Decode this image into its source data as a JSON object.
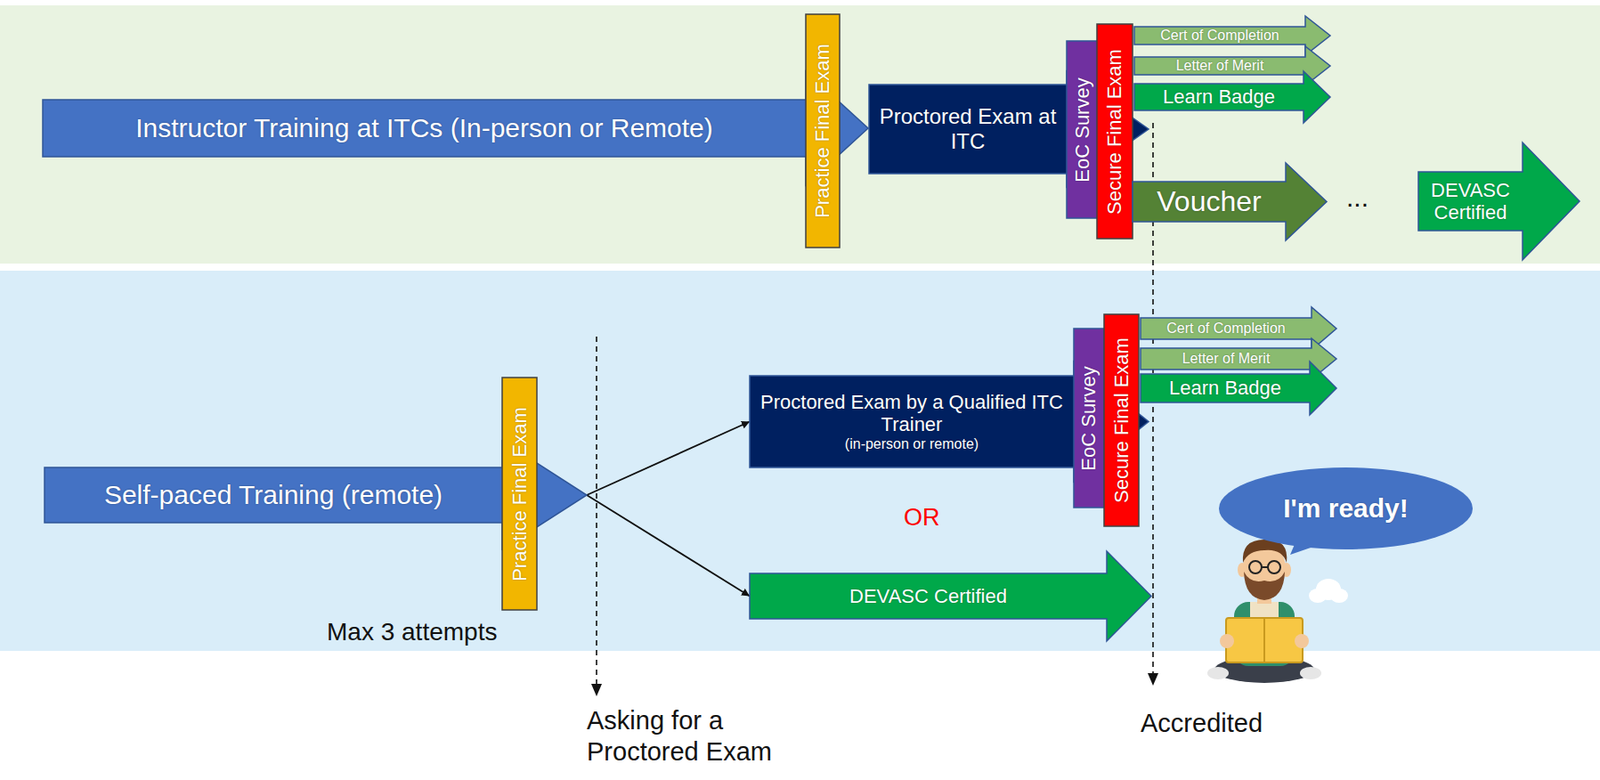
{
  "diagram": {
    "nodes": [
      {
        "text": [
          "Instructor Training at ITCs (In-person or Remote)"
        ]
      },
      {
        "text": [
          "Practice Final Exam"
        ]
      },
      {
        "text": [
          "Proctored Exam at ITC"
        ]
      },
      {
        "text": [
          "EoC Survey"
        ]
      },
      {
        "text": [
          "Secure Final Exam"
        ]
      },
      {
        "text": [
          "Cert of Completion"
        ]
      },
      {
        "text": [
          "Letter of Merit"
        ]
      },
      {
        "text": [
          "Learn Badge"
        ]
      },
      {
        "text": [
          "Voucher"
        ]
      },
      {
        "text": [
          "DEVASC Certified"
        ]
      },
      {
        "text": [
          "Self-paced Training (remote)"
        ]
      },
      {
        "text": [
          "Practice Final Exam"
        ]
      },
      {
        "text": [
          "Proctored Exam by a Qualified ITC Trainer",
          "(in-person or remote)"
        ]
      },
      {
        "text": [
          "EoC Survey"
        ]
      },
      {
        "text": [
          "Secure Final Exam"
        ]
      },
      {
        "text": [
          "Cert of Completion"
        ]
      },
      {
        "text": [
          "Letter of Merit"
        ]
      },
      {
        "text": [
          "Learn Badge"
        ]
      },
      {
        "text": [
          "DEVASC Certified"
        ]
      },
      {
        "text": [
          "I'm ready!"
        ]
      }
    ],
    "edges": [
      {
        "from": 10,
        "to": 12,
        "arrow": "to"
      },
      {
        "from": 10,
        "to": 18,
        "arrow": "to"
      }
    ],
    "labels": [
      "...",
      "OR",
      "Max 3 attempts",
      "Asking for a Proctored Exam",
      "Accredited"
    ]
  }
}
